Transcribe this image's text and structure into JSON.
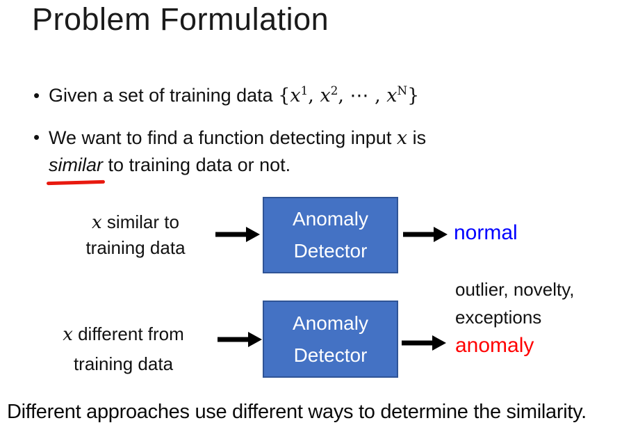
{
  "title": "Problem Formulation",
  "bullets": {
    "glyph": "•",
    "b1": {
      "prefix": "Given a set of training data ",
      "brace_open": "{",
      "x": "x",
      "sup1": "1",
      "sep1": ", ",
      "sup2": "2",
      "sep2": ", ⋯ , ",
      "supN": "N",
      "brace_close": "}"
    },
    "b2": {
      "line1_pre": "We want to find a function detecting input ",
      "x": "x",
      "line1_post": " is",
      "underlined_word": "similar",
      "line2_rest": " to training data or not."
    }
  },
  "diagram": {
    "box_label_line1": "Anomaly",
    "box_label_line2": "Detector",
    "box_fill": "#4472c4",
    "box_border": "#2f5496",
    "box_text_color": "#ffffff",
    "arrow_color": "#000000",
    "rows": [
      {
        "x": "x",
        "input_rest": " similar to",
        "input_line2": "training data",
        "output": "normal",
        "output_color": "#0000ff"
      },
      {
        "x": "x",
        "input_rest": " different from",
        "input_line2": "training data",
        "extra_line1": "outlier, novelty,",
        "extra_line2": "exceptions",
        "output": "anomaly",
        "output_color": "#ff0000"
      }
    ]
  },
  "footer": "Different approaches use different ways to determine the similarity.",
  "colors": {
    "underline_red": "#e8190f",
    "text": "#000000",
    "background": "#ffffff"
  }
}
